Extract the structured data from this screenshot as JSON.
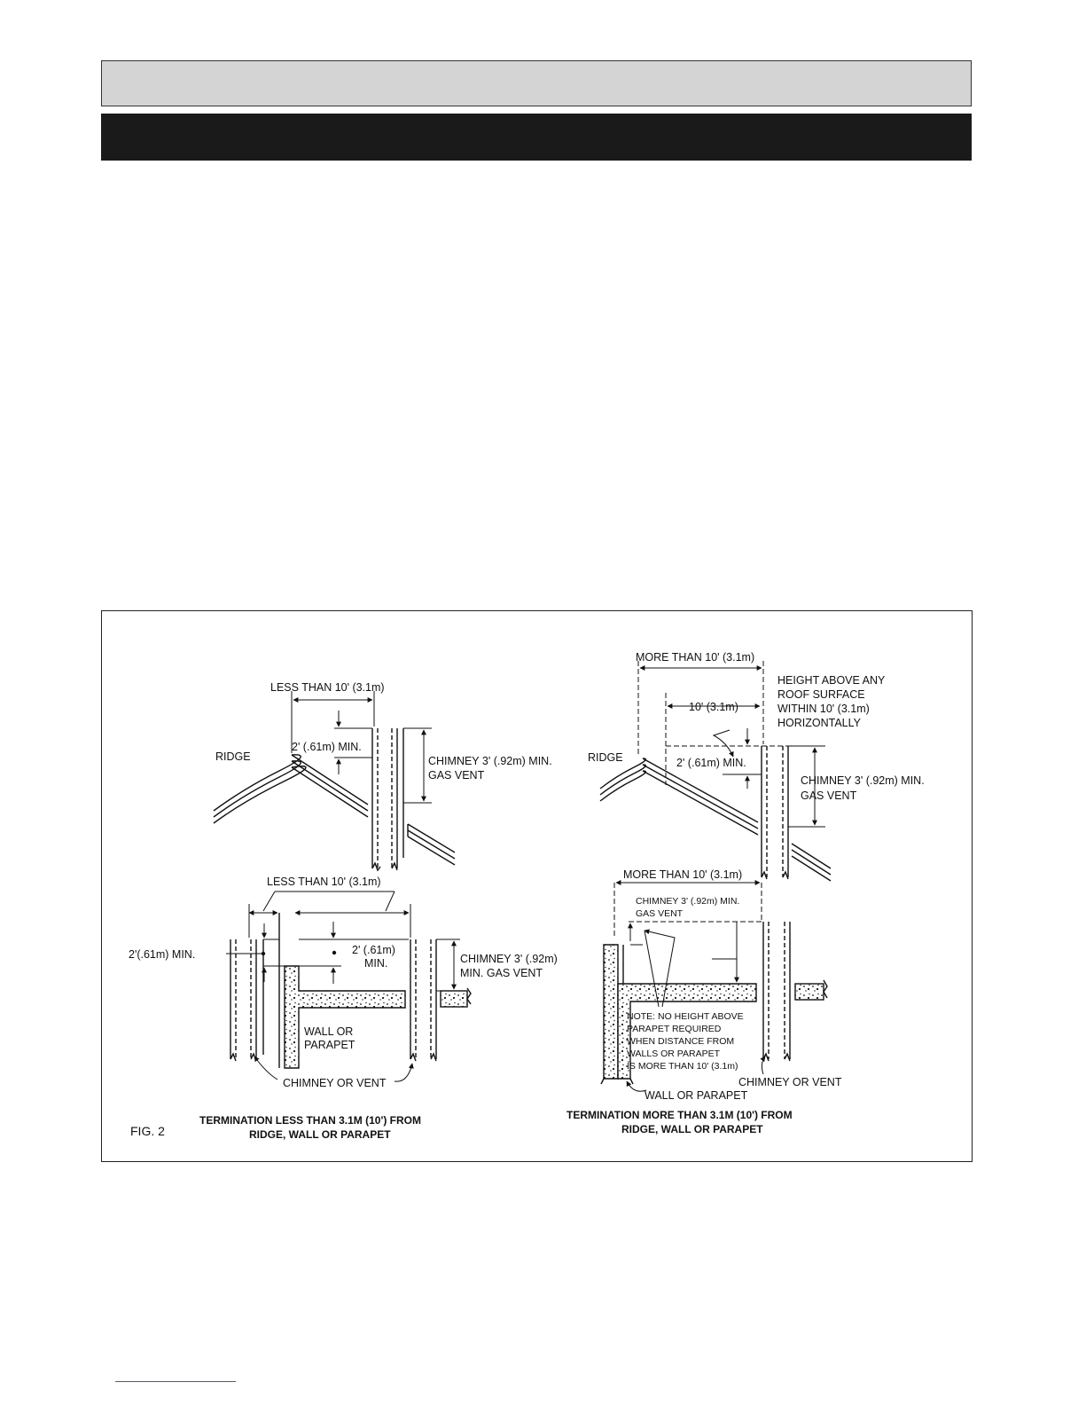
{
  "header": {
    "top_bar_text": "",
    "section_bar_text": ""
  },
  "figure": {
    "fig_label": "FIG. 2",
    "left": {
      "top": {
        "dim_less_than": "LESS THAN 10' (3.1m)",
        "ridge": "RIDGE",
        "two_ft_min": "2' (.61m) MIN.",
        "chimney_1": "CHIMNEY 3' (.92m) MIN.",
        "chimney_2": "GAS VENT"
      },
      "bottom": {
        "dim_less_than": "LESS THAN 10' (3.1m)",
        "two_ft_min_left": "2'(.61m) MIN.",
        "two_ft_min_mid_1": "2' (.61m)",
        "two_ft_min_mid_2": "MIN.",
        "chimney_1": "CHIMNEY 3' (.92m)",
        "chimney_2": "MIN. GAS VENT",
        "wall_1": "WALL OR",
        "wall_2": "PARAPET",
        "chimney_or_vent": "CHIMNEY OR VENT"
      },
      "caption_1": "TERMINATION LESS THAN 3.1M (10') FROM",
      "caption_2": "RIDGE, WALL OR PARAPET"
    },
    "right": {
      "top": {
        "dim_more_than": "MORE THAN 10' (3.1m)",
        "ten_ft": "10' (3.1m)",
        "height_1": "HEIGHT ABOVE ANY",
        "height_2": "ROOF SURFACE",
        "height_3": "WITHIN 10' (3.1m)",
        "height_4": "HORIZONTALLY",
        "ridge": "RIDGE",
        "two_ft_min": "2' (.61m) MIN.",
        "chimney_1": "CHIMNEY 3' (.92m) MIN.",
        "chimney_2": "GAS VENT"
      },
      "bottom": {
        "dim_more_than": "MORE THAN 10' (3.1m)",
        "chimney_1": "CHIMNEY 3' (.92m) MIN.",
        "chimney_2": "GAS VENT",
        "note_1": "NOTE:  NO HEIGHT ABOVE",
        "note_2": "PARAPET REQUIRED",
        "note_3": "WHEN DISTANCE FROM",
        "note_4": "WALLS OR PARAPET",
        "note_5": "IS MORE THAN 10' (3.1m)",
        "chimney_or_vent": "CHIMNEY OR VENT",
        "wall_or_parapet": "WALL OR PARAPET"
      },
      "caption_1": "TERMINATION MORE THAN 3.1M (10') FROM",
      "caption_2": "RIDGE, WALL OR PARAPET"
    }
  }
}
